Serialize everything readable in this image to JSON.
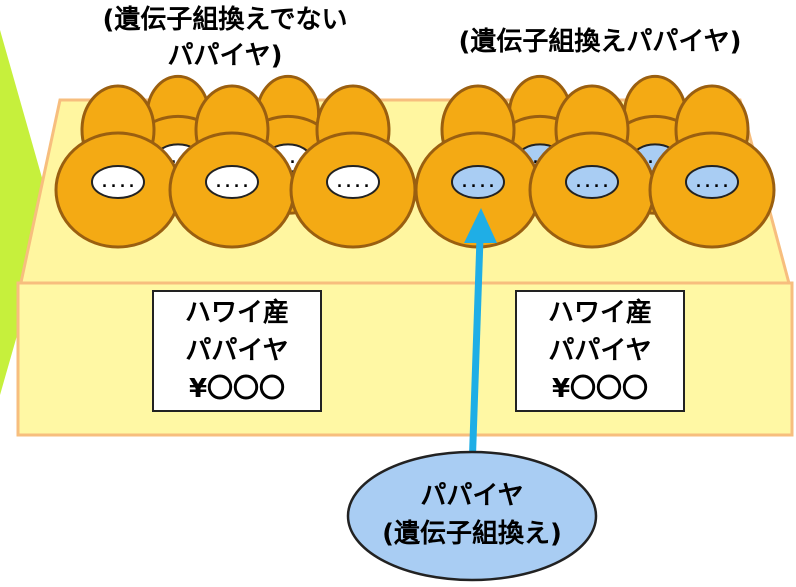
{
  "colors": {
    "papaya": "#F4AA14",
    "papaya_outline": "#9A5F10",
    "crate_front": "#FFF8A4",
    "crate_top": "#FFF6A0",
    "crate_border": "#F7BE7E",
    "tag_plain": "#FFFFFF",
    "tag_gm": "#A9CDF3",
    "arrow": "#1FAEE6",
    "green_line": "#C6F03C",
    "callout_fill": "#A9CDF3"
  },
  "headers": {
    "left_line1": "(遺伝子組換えでない",
    "left_line2": "パパイヤ)",
    "right": "(遺伝子組換えパパイヤ)"
  },
  "signs": {
    "left": {
      "line1": "ハワイ産",
      "line2": "パパイヤ",
      "line3": "¥〇〇〇"
    },
    "right": {
      "line1": "ハワイ産",
      "line2": "パパイヤ",
      "line3": "¥〇〇〇"
    }
  },
  "tag_text": "....",
  "callout": {
    "line1": "パパイヤ",
    "line2": "(遺伝子組換え)"
  }
}
